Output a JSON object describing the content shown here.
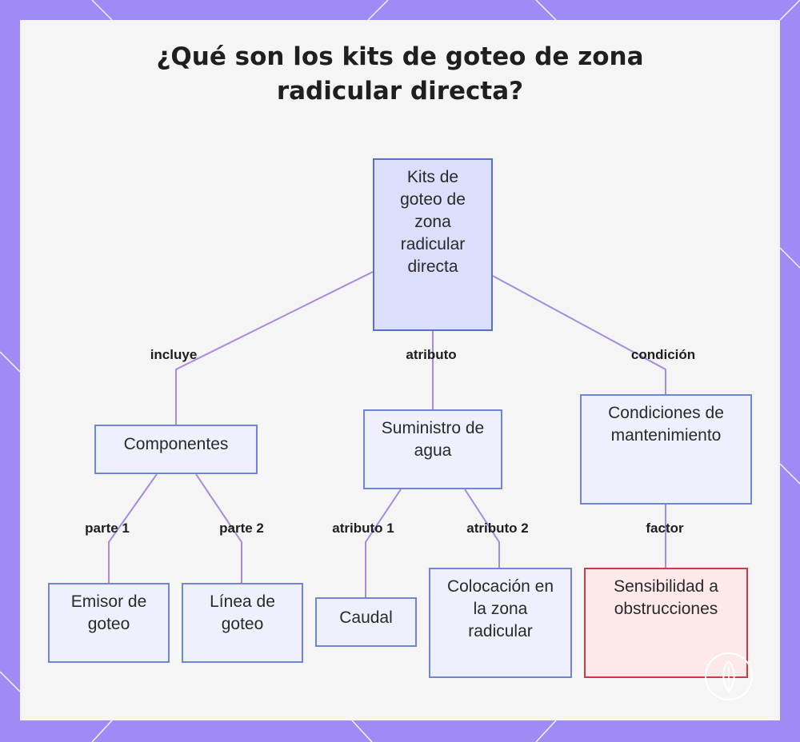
{
  "title": "¿Qué son los kits de goteo de zona radicular directa?",
  "colors": {
    "frame": "#a08af5",
    "edge": "#a68be0",
    "node_border": "#6f86d6",
    "warning_border": "#cc3a45"
  },
  "nodes": {
    "root": "Kits de goteo de zona radicular directa",
    "componentes": "Componentes",
    "suministro": "Suministro de agua",
    "condiciones": "Condiciones de mantenimiento",
    "emisor": "Emisor de goteo",
    "linea": "Línea de goteo",
    "caudal": "Caudal",
    "colocacion": "Colocación en la zona radicular",
    "sensibilidad": "Sensibilidad a obstrucciones"
  },
  "edges": {
    "incluye": "incluye",
    "atributo": "atributo",
    "condicion": "condición",
    "parte1": "parte 1",
    "parte2": "parte 2",
    "atributo1": "atributo 1",
    "atributo2": "atributo 2",
    "factor": "factor"
  },
  "logo_icon": "feather-leaf-icon"
}
